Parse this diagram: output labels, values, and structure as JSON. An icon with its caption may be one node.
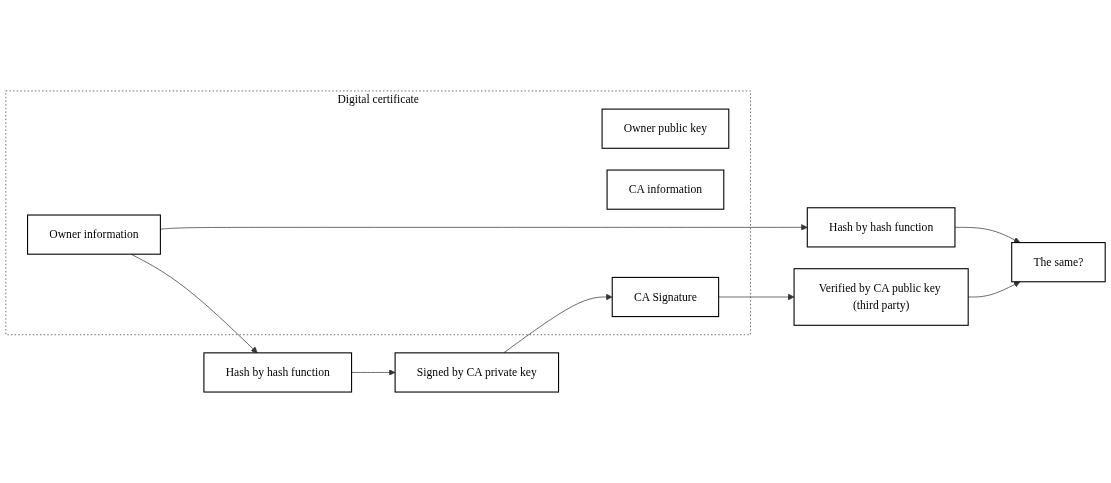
{
  "diagram": {
    "nodes": [
      {
        "text": [
          "Digital certificate"
        ]
      },
      {
        "text": [
          "Owner information"
        ],
        "in": 0
      },
      {
        "text": [
          "Owner public key"
        ],
        "in": 0
      },
      {
        "text": [
          "CA information"
        ],
        "in": 0
      },
      {
        "text": [
          "CA Signature"
        ],
        "in": 0
      },
      {
        "text": [
          "Hash by hash function"
        ]
      },
      {
        "text": [
          "Signed by CA private key"
        ]
      },
      {
        "text": [
          "Hash by hash function"
        ]
      },
      {
        "text": [
          "The same?"
        ]
      },
      {
        "text": [
          "Verified by CA public key (third party)"
        ]
      }
    ],
    "edges": [
      {
        "from": 1,
        "to": 5,
        "arrow": "to"
      },
      {
        "from": 5,
        "to": 6,
        "arrow": "to"
      },
      {
        "from": 6,
        "to": 4,
        "arrow": "to"
      },
      {
        "from": 1,
        "to": 7,
        "arrow": "to"
      },
      {
        "from": 7,
        "to": 8,
        "arrow": "to"
      },
      {
        "from": 4,
        "to": 9,
        "arrow": "to"
      },
      {
        "from": 9,
        "to": 8,
        "arrow": "to"
      }
    ]
  }
}
